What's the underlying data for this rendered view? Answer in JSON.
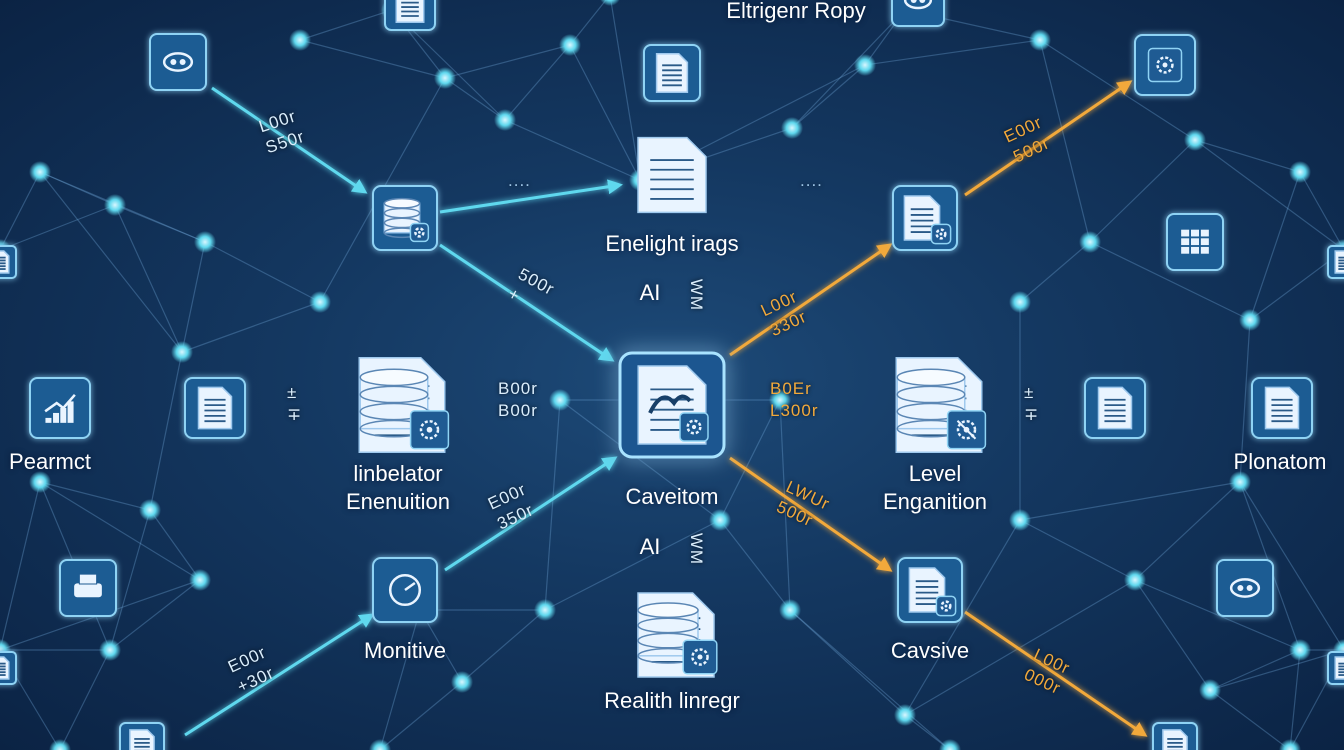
{
  "colors": {
    "cyan": "#5fd8ee",
    "orange": "#f2a93b",
    "white": "#ffffff",
    "node_fill": "#1f5b93",
    "node_stroke": "#8fd3f4"
  },
  "labels": {
    "top": "Eltrigenr Ropy",
    "left": "Pearmct",
    "right": "Plonatom",
    "doc_center": "Enelight irags",
    "center": "Caveitom",
    "db_left_line1": "linbelator",
    "db_left_line2": "Enenuition",
    "db_right_line1": "Level",
    "db_right_line2": "Enganition",
    "monitor": "Monitive",
    "cave": "Cavsive",
    "bottom": "Realith linregr",
    "ai_top": "AI",
    "ai_bottom": "AI"
  },
  "edge_labels": {
    "tl_1": "L00r",
    "tl_2": "S50r",
    "mid_top_1": "500r",
    "mid_top_2": "+",
    "left_mid_1": "B00r",
    "left_mid_2": "B00r",
    "left_low_1": "E00r",
    "left_low_2": "350r",
    "bottom_left_1": "E00r",
    "bottom_left_2": "+30r",
    "tr_1": "E00r",
    "tr_2": "500r",
    "right_up_1": "L00r",
    "right_up_2": "330r",
    "right_mid_1": "B0Er",
    "right_mid_2": "L300r",
    "right_low_1": "LWUr",
    "right_low_2": "500r",
    "bottom_right_1": "L00r",
    "bottom_right_2": "000r",
    "pm_left_1": "±",
    "pm_left_2": "∓",
    "pm_right_1": "±",
    "pm_right_2": "∓",
    "dots": "....",
    "vert_top": "WM",
    "vert_bottom": "WM"
  },
  "icons": {
    "center": "workflow-gear-icon",
    "doc": "document-icon",
    "database": "database-icon",
    "chart": "chart-icon",
    "printer": "printer-icon",
    "monitor": "dial-icon"
  }
}
